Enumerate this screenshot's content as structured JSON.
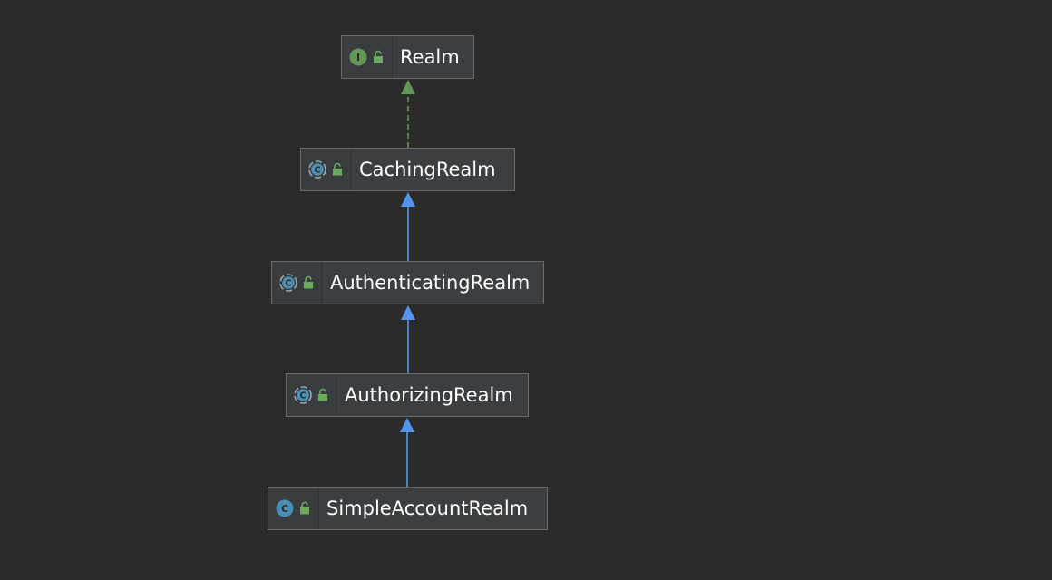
{
  "colors": {
    "background": "#2b2b2b",
    "node_fill": "#3c3f41",
    "node_border": "#6b6b6b",
    "implements_edge": "#629755",
    "extends_edge": "#5394ec",
    "interface_icon": "#629755",
    "class_icon": "#4a8fb3",
    "lock": "#6aab5e"
  },
  "nodes": [
    {
      "id": "realm",
      "label": "Realm",
      "kind": "interface",
      "kind_icon": "interface-icon",
      "lock_icon": "public-lock-icon"
    },
    {
      "id": "caching",
      "label": "CachingRealm",
      "kind": "abstract-class",
      "kind_icon": "abstract-class-icon",
      "lock_icon": "public-lock-icon"
    },
    {
      "id": "authenticating",
      "label": "AuthenticatingRealm",
      "kind": "abstract-class",
      "kind_icon": "abstract-class-icon",
      "lock_icon": "public-lock-icon"
    },
    {
      "id": "authorizing",
      "label": "AuthorizingRealm",
      "kind": "abstract-class",
      "kind_icon": "abstract-class-icon",
      "lock_icon": "public-lock-icon"
    },
    {
      "id": "simpleaccount",
      "label": "SimpleAccountRealm",
      "kind": "class",
      "kind_icon": "class-icon",
      "lock_icon": "public-lock-icon"
    }
  ],
  "edges": [
    {
      "from": "caching",
      "to": "realm",
      "type": "implements"
    },
    {
      "from": "authenticating",
      "to": "caching",
      "type": "extends"
    },
    {
      "from": "authorizing",
      "to": "authenticating",
      "type": "extends"
    },
    {
      "from": "simpleaccount",
      "to": "authorizing",
      "type": "extends"
    }
  ]
}
